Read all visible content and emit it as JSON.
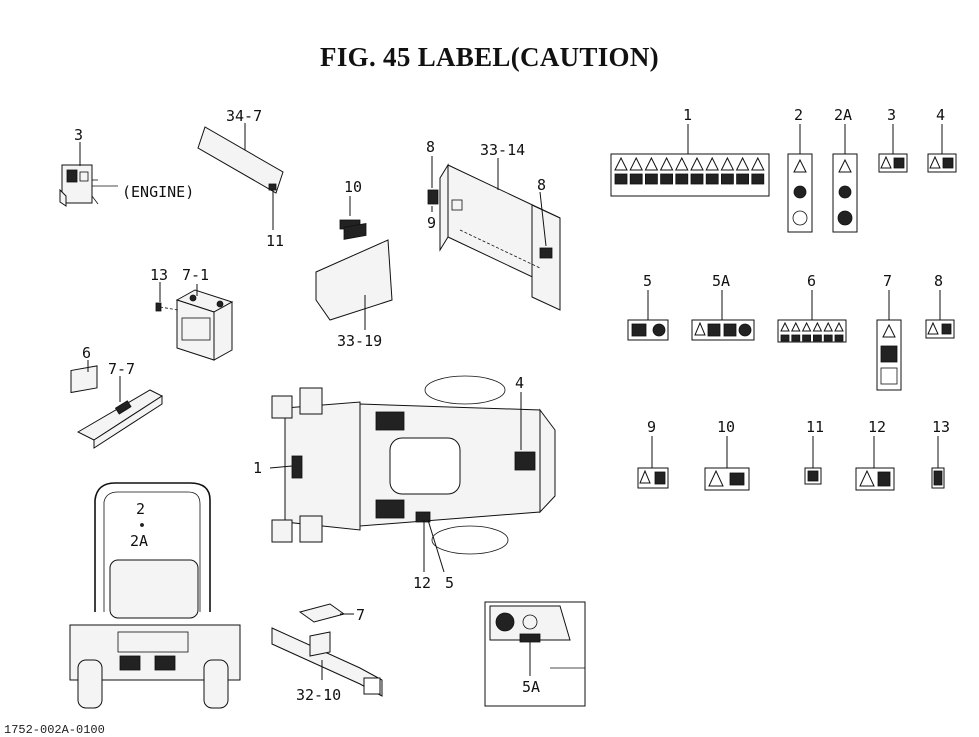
{
  "title": "FIG. 45  LABEL(CAUTION)",
  "footer_code": "1752-002A-0100",
  "callouts": {
    "engine_3": "3",
    "engine_text": "(ENGINE)",
    "panel_34_7": "34-7",
    "panel_11": "11",
    "battery_13": "13",
    "battery_7_1": "7-1",
    "tray_6": "6",
    "tray_7_7": "7-7",
    "cover_10": "10",
    "cover_33_19": "33-19",
    "frame_8a": "8",
    "frame_33_14": "33-14",
    "frame_8b": "8",
    "frame_9": "9",
    "mower_4": "4",
    "mower_1": "1",
    "mower_12": "12",
    "mower_5": "5",
    "rops_2": "2",
    "rops_2a": "2A",
    "bracket_7": "7",
    "bracket_32_10": "32-10",
    "detail_5a": "5A"
  },
  "label_keys": [
    "1",
    "2",
    "2A",
    "3",
    "4",
    "5",
    "5A",
    "6",
    "7",
    "8",
    "9",
    "10",
    "11",
    "12",
    "13"
  ]
}
